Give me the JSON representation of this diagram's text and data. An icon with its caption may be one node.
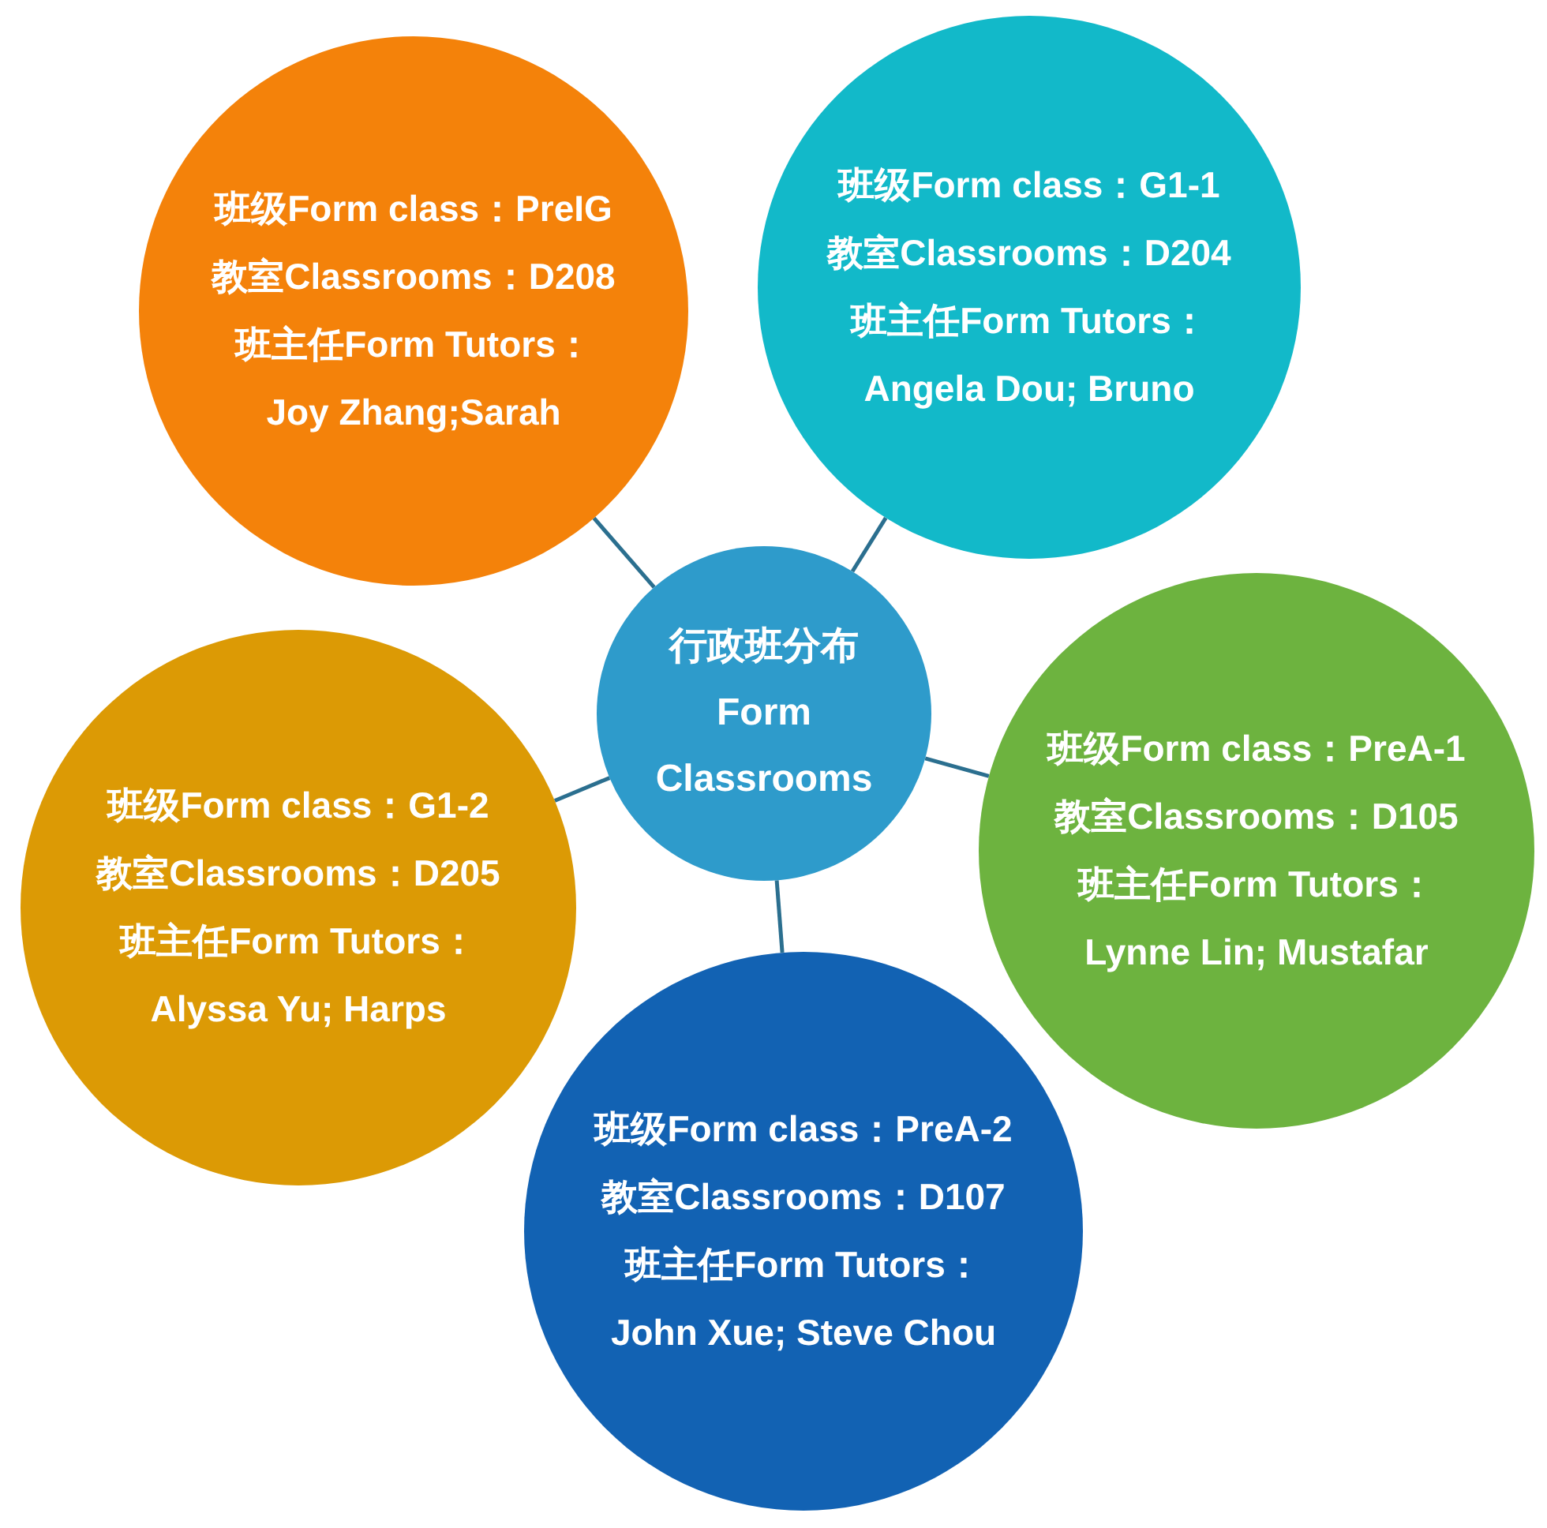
{
  "diagram": {
    "nodes": [
      {
        "text": [
          "班级Form class：PreIG",
          "教室Classrooms：D208",
          "班主任Form Tutors：",
          "Joy Zhang;Sarah"
        ]
      },
      {
        "text": [
          "班级Form class：G1-1",
          "教室Classrooms：D204",
          "班主任Form Tutors：",
          "Angela Dou; Bruno"
        ]
      },
      {
        "text": [
          "行政班分布",
          "Form Classrooms"
        ]
      },
      {
        "text": [
          "班级Form class：PreA-1",
          "教室Classrooms：D105",
          "班主任Form Tutors：",
          "Lynne Lin; Mustafar"
        ]
      },
      {
        "text": [
          "班级Form class：G1-2",
          "教室Classrooms：D205",
          "班主任Form Tutors：",
          "Alyssa Yu; Harps"
        ]
      },
      {
        "text": [
          "班级Form class：PreA-2",
          "教室Classrooms：D107",
          "班主任Form Tutors：",
          "John Xue; Steve Chou"
        ]
      }
    ],
    "edges": [
      {
        "from": 2,
        "to": 0,
        "arrow": "none"
      },
      {
        "from": 2,
        "to": 1,
        "arrow": "none"
      },
      {
        "from": 2,
        "to": 3,
        "arrow": "none"
      },
      {
        "from": 2,
        "to": 4,
        "arrow": "none"
      },
      {
        "from": 2,
        "to": 5,
        "arrow": "none"
      }
    ]
  }
}
